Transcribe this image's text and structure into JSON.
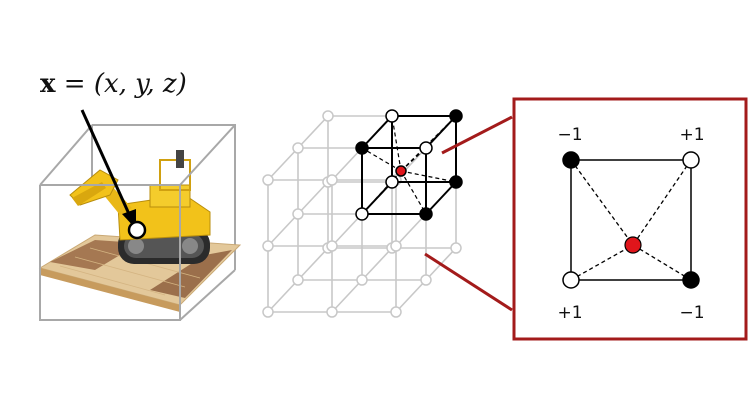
{
  "figure": {
    "point_label_bold": "x",
    "point_label_rest": " = (x, y, z)",
    "inset_labels": {
      "top_left": "−1",
      "top_right": "+1",
      "bottom_left": "+1",
      "bottom_right": "−1"
    },
    "colors": {
      "box_outline": "#a8a8a8",
      "lattice_gray": "#c8c8c8",
      "query_point": "#e0151b",
      "inset_frame": "#a31b1b",
      "filled_vertex": "#000000",
      "hollow_vertex": "#ffffff",
      "scene_yellow": "#f2c21a",
      "scene_base": "#e3c89a"
    },
    "icons": [
      "lego-bulldozer-image",
      "arrow-icon",
      "cube-icon",
      "lattice-icon"
    ]
  }
}
